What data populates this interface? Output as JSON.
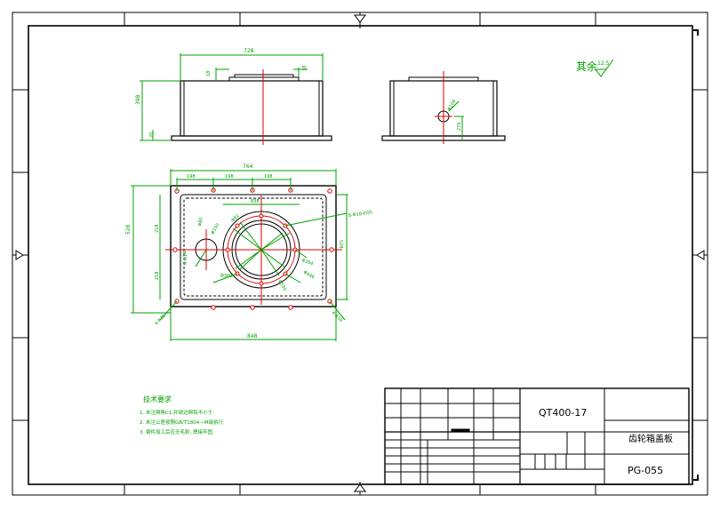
{
  "drawing": {
    "title_block": {
      "model": "QT400-17",
      "part_name": "齿轮箱盖板",
      "drawing_no": "PG-055"
    },
    "surface_note": {
      "label": "其余",
      "value": "12.5"
    },
    "tech_requirements": {
      "title": "技术要求",
      "items": [
        "1. 未注倒角C1,并锐边倒钝不小于.",
        "2. 未注公差按照GB/T1804—M级执行.",
        "3. 钢件加工后应无毛刺, 焊接牢固."
      ]
    },
    "dimensions": {
      "front_width": "728",
      "front_height": "398",
      "front_step_left": "18",
      "front_step_right": "18",
      "front_base": "20",
      "side_hole": "Φ108",
      "side_offset": "270",
      "plan_width": "764",
      "plan_spacings": [
        "198",
        "198",
        "198"
      ],
      "plan_inner": "838",
      "plan_height_left": "528",
      "plan_height_right": "528",
      "plan_seg_upper": "218",
      "plan_seg_lower": "218",
      "plan_bottom": "848",
      "bolt_callout": "8-Φ18-EQS",
      "circle_d1": "Φ394",
      "circle_d2": "Φ446",
      "circle_d3": "Φ530",
      "small_hole": "Φ80",
      "small_circle": "Φ150",
      "corner_left": "4-R30",
      "corner_right": "4-R30",
      "plate_thk": "Φ360",
      "left_note": "4-Φ14",
      "pcd_note": "Φ92"
    }
  }
}
